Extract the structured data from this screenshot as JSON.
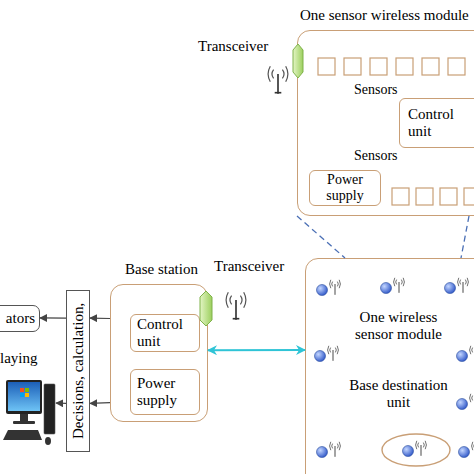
{
  "diagram": {
    "nodes": [
      {
        "text": [
          "One sensor wireless module"
        ]
      },
      {
        "text": [
          "Control unit"
        ],
        "in": 0
      },
      {
        "text": [
          "Power supply"
        ],
        "in": 0
      },
      {
        "text": [
          "One wireless sensor module",
          "Base destination unit"
        ]
      },
      {
        "text": [
          "Base station"
        ]
      },
      {
        "text": [
          "Control unit"
        ],
        "in": 4
      },
      {
        "text": [
          "Power supply"
        ],
        "in": 4
      },
      {
        "text": [
          "Decisions, calculation,"
        ]
      },
      {
        "text": [
          "ators"
        ]
      },
      {
        "text": [
          "laying"
        ]
      }
    ],
    "edges": [
      {
        "from": 0,
        "to": 3,
        "arrow": "none"
      },
      {
        "from": 0,
        "to": 3,
        "arrow": "none"
      },
      {
        "from": 4,
        "to": 3,
        "arrow": "both"
      },
      {
        "from": 4,
        "to": 7,
        "arrow": "to"
      },
      {
        "from": 4,
        "to": 7,
        "arrow": "to"
      },
      {
        "from": 7,
        "to": 8,
        "arrow": "to"
      },
      {
        "from": 7,
        "to": 9,
        "arrow": "to"
      }
    ],
    "labels": [
      "Transceiver",
      "Sensors",
      "Sensors",
      "Transceiver"
    ]
  }
}
